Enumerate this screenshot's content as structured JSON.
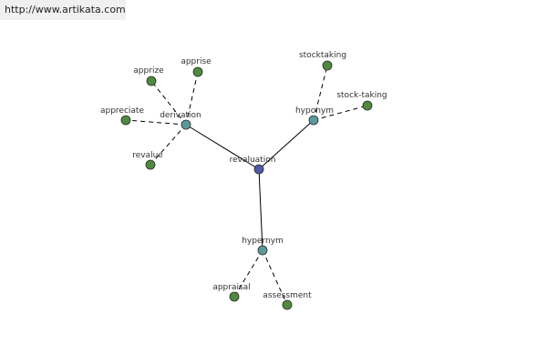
{
  "banner": {
    "url_text": "http://www.artikata.com"
  },
  "colors": {
    "root": "#4f5aa8",
    "relation": "#5b9a9a",
    "leaf": "#4f8a3e"
  },
  "graph": {
    "nodes": [
      {
        "id": "revaluation",
        "label": "revaluation",
        "kind": "root"
      },
      {
        "id": "derivation",
        "label": "derivation",
        "kind": "relation"
      },
      {
        "id": "hyponym",
        "label": "hyponym",
        "kind": "relation"
      },
      {
        "id": "hypernym",
        "label": "hypernym",
        "kind": "relation"
      },
      {
        "id": "apprize",
        "label": "apprize",
        "kind": "leaf"
      },
      {
        "id": "apprise",
        "label": "apprise",
        "kind": "leaf"
      },
      {
        "id": "appreciate",
        "label": "appreciate",
        "kind": "leaf"
      },
      {
        "id": "revalue",
        "label": "revalue",
        "kind": "leaf"
      },
      {
        "id": "stocktaking",
        "label": "stocktaking",
        "kind": "leaf"
      },
      {
        "id": "stock-taking",
        "label": "stock-taking",
        "kind": "leaf"
      },
      {
        "id": "appraisal",
        "label": "appraisal",
        "kind": "leaf"
      },
      {
        "id": "assessment",
        "label": "assessment",
        "kind": "leaf"
      }
    ],
    "edges": [
      {
        "from": "revaluation",
        "to": "derivation",
        "style": "solid"
      },
      {
        "from": "revaluation",
        "to": "hyponym",
        "style": "solid"
      },
      {
        "from": "revaluation",
        "to": "hypernym",
        "style": "solid"
      },
      {
        "from": "derivation",
        "to": "apprize",
        "style": "dashed"
      },
      {
        "from": "derivation",
        "to": "apprise",
        "style": "dashed"
      },
      {
        "from": "derivation",
        "to": "appreciate",
        "style": "dashed"
      },
      {
        "from": "derivation",
        "to": "revalue",
        "style": "dashed"
      },
      {
        "from": "hyponym",
        "to": "stocktaking",
        "style": "dashed"
      },
      {
        "from": "hyponym",
        "to": "stock-taking",
        "style": "dashed"
      },
      {
        "from": "hypernym",
        "to": "appraisal",
        "style": "dashed"
      },
      {
        "from": "hypernym",
        "to": "assessment",
        "style": "dashed"
      }
    ]
  }
}
